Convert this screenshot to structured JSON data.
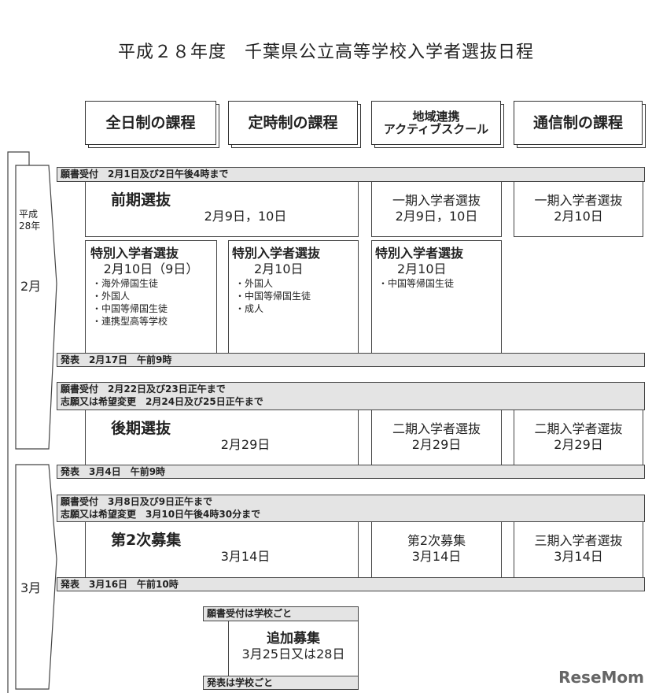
{
  "title": "平成２８年度　千葉県公立高等学校入学者選抜日程",
  "headers": [
    "全日制の課程",
    "定時制の課程",
    "地域連携\nアクティブスクール",
    "通信制の課程"
  ],
  "timeline": {
    "era": "平成\n28年",
    "feb": "2月",
    "mar": "3月"
  },
  "bars": {
    "b1": "願書受付　2月1日及び2日午後4時まで",
    "b2": "発表　2月17日　午前9時",
    "b3a": "願書受付　2月22日及び23日正午まで",
    "b3b": "志願又は希望変更　2月24日及び25日正午まで",
    "b4": "発表　3月4日　午前9時",
    "b5a": "願書受付　3月8日及び9日正午まで",
    "b5b": "志願又は希望変更　3月10日午後4時30分まで",
    "b6": "発表　3月16日　午前10時",
    "b7": "願書受付は学校ごと",
    "b8": "発表は学校ごと"
  },
  "boxes": {
    "zenki": {
      "t": "前期選抜",
      "d": "2月9日，10日"
    },
    "ikki1": {
      "t": "一期入学者選抜",
      "d": "2月9日，10日"
    },
    "ikki2": {
      "t": "一期入学者選抜",
      "d": "2月10日"
    },
    "toku1": {
      "t": "特別入学者選抜",
      "d": "2月10日（9日）",
      "items": [
        "・海外帰国生徒",
        "・外国人",
        "・中国等帰国生徒",
        "・連携型高等学校"
      ]
    },
    "toku2": {
      "t": "特別入学者選抜",
      "d": "2月10日",
      "items": [
        "・外国人",
        "・中国等帰国生徒",
        "・成人"
      ]
    },
    "toku3": {
      "t": "特別入学者選抜",
      "d": "2月10日",
      "items": [
        "・中国等帰国生徒"
      ]
    },
    "kouki": {
      "t": "後期選抜",
      "d": "2月29日"
    },
    "niki1": {
      "t": "二期入学者選抜",
      "d": "2月29日"
    },
    "niki2": {
      "t": "二期入学者選抜",
      "d": "2月29日"
    },
    "dai2": {
      "t": "第2次募集",
      "d": "3月14日"
    },
    "dai2b": {
      "t": "第2次募集",
      "d": "3月14日"
    },
    "sanki": {
      "t": "三期入学者選抜",
      "d": "3月14日"
    },
    "tsuika": {
      "t": "追加募集",
      "d": "3月25日又は28日"
    }
  },
  "logo": "ReseMom"
}
